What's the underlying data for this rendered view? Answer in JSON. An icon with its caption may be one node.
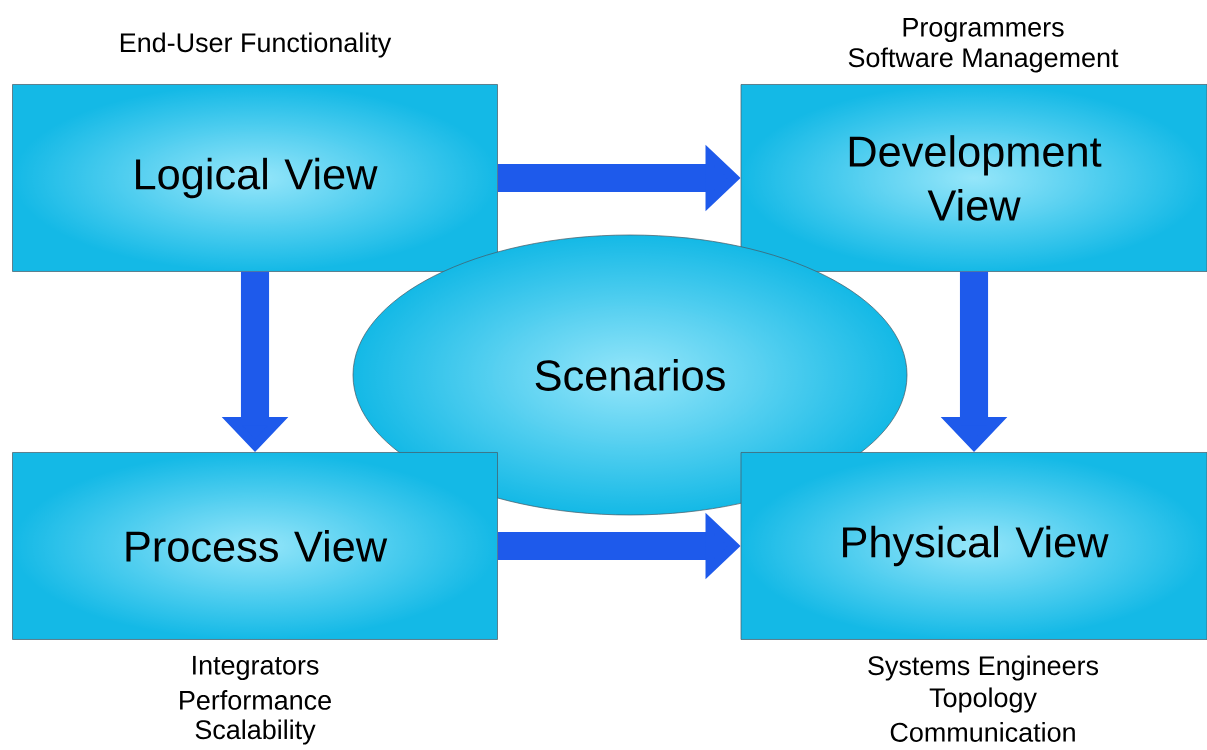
{
  "diagram": {
    "nodes": [
      {
        "text": [
          "Logical View"
        ],
        "beside": [
          "End-User Functionality"
        ]
      },
      {
        "text": [
          "Development View"
        ],
        "beside": [
          "Programmers",
          "Software Management"
        ]
      },
      {
        "text": [
          "Scenarios"
        ]
      },
      {
        "text": [
          "Process View"
        ],
        "beside": [
          "Integrators",
          "Performance",
          "Scalability"
        ]
      },
      {
        "text": [
          "Physical View"
        ],
        "beside": [
          "Systems Engineers",
          "Topology",
          "Communication"
        ]
      }
    ],
    "edges": [
      {
        "from": 0,
        "to": 1,
        "arrow": "to"
      },
      {
        "from": 0,
        "to": 3,
        "arrow": "to"
      },
      {
        "from": 1,
        "to": 4,
        "arrow": "to"
      },
      {
        "from": 3,
        "to": 4,
        "arrow": "to"
      }
    ]
  }
}
